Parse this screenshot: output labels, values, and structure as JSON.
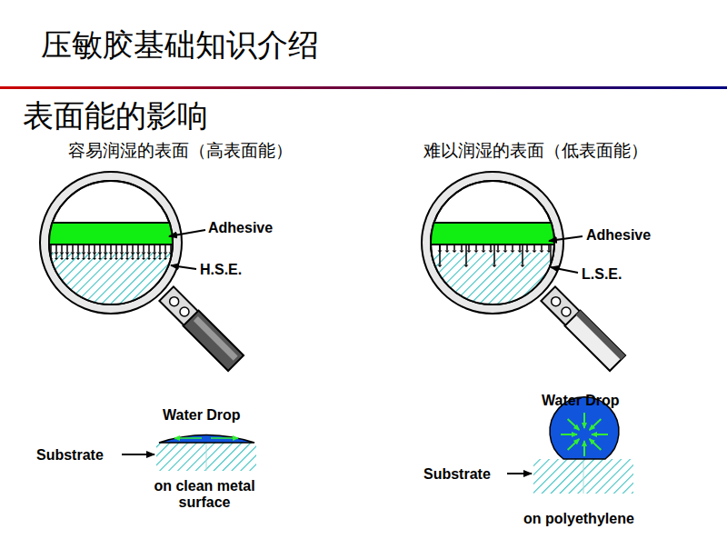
{
  "diagram": {
    "title": "压敏胶基础知识介绍",
    "labels": [
      "表面能的影响",
      "容易润湿的表面（高表面能）",
      "难以润湿的表面（低表面能）",
      "Adhesive",
      "H.S.E.",
      "Adhesive",
      "L.S.E.",
      "Water Drop",
      "Substrate",
      "on clean metal surface",
      "Water Drop",
      "Substrate",
      "on polyethylene"
    ]
  }
}
